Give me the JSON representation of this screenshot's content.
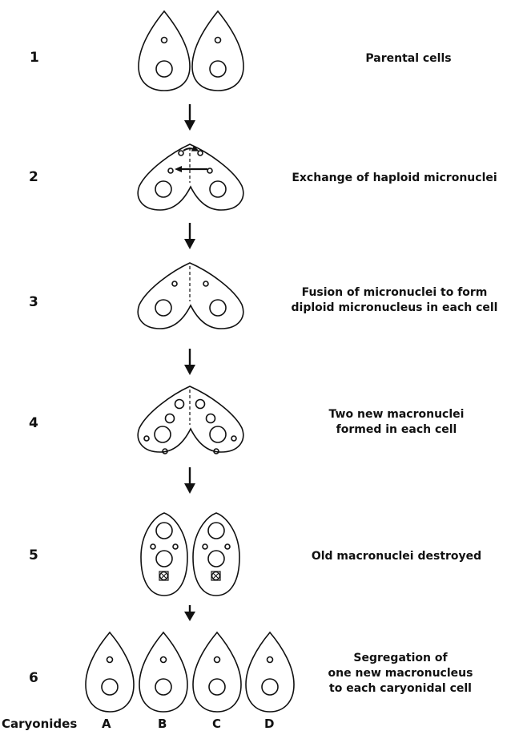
{
  "steps": [
    {
      "number": "1",
      "label_lines": [
        "Parental cells"
      ]
    },
    {
      "number": "2",
      "label_lines": [
        "Exchange of haploid micronuclei"
      ]
    },
    {
      "number": "3",
      "label_lines": [
        "Fusion of micronuclei to form",
        "diploid micronucleus in each cell"
      ]
    },
    {
      "number": "4",
      "label_lines": [
        "Two new macronuclei",
        "formed in each cell"
      ]
    },
    {
      "number": "5",
      "label_lines": [
        "Old macronuclei destroyed"
      ]
    },
    {
      "number": "6",
      "label_lines": [
        "Segregation of",
        "one new macronucleus",
        "to each caryonidal cell"
      ]
    }
  ],
  "caryonides": {
    "label": "Caryonides",
    "letters": [
      "A",
      "B",
      "C",
      "D"
    ]
  }
}
